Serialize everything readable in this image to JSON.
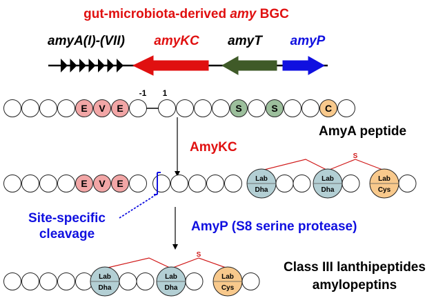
{
  "title": {
    "prefix": "gut-microbiota-derived ",
    "italic": "amy",
    "suffix": " BGC"
  },
  "genes": {
    "amyA": "amyA(I)-(VII)",
    "amyKC": "amyKC",
    "amyT": "amyT",
    "amyP": "amyP"
  },
  "positions": {
    "minus_one": "-1",
    "one": "1"
  },
  "residues": {
    "E": "E",
    "V": "V",
    "S": "S",
    "C": "C"
  },
  "labels": {
    "amya_peptide": "AmyA peptide",
    "amykc_step": "AmyKC",
    "site_line1": "Site-specific",
    "site_line2": "cleavage",
    "amyp_step": "AmyP (S8 serine protease)",
    "product_line1": "Class III lanthipeptides",
    "product_line2": "amylopeptins"
  },
  "lab_units": {
    "top": "Lab",
    "dha": "Dha",
    "cys": "Cys"
  },
  "bridge": "S",
  "colors": {
    "red": "#e01010",
    "blue": "#1010e0",
    "green": "#3f5a28",
    "leader_fill": "#f2a6a6",
    "ser_fill": "#9cbf9c",
    "cys_fill": "#f8c98c",
    "dha_fill": "#b3cfd4",
    "bridge_red": "#d01818"
  }
}
